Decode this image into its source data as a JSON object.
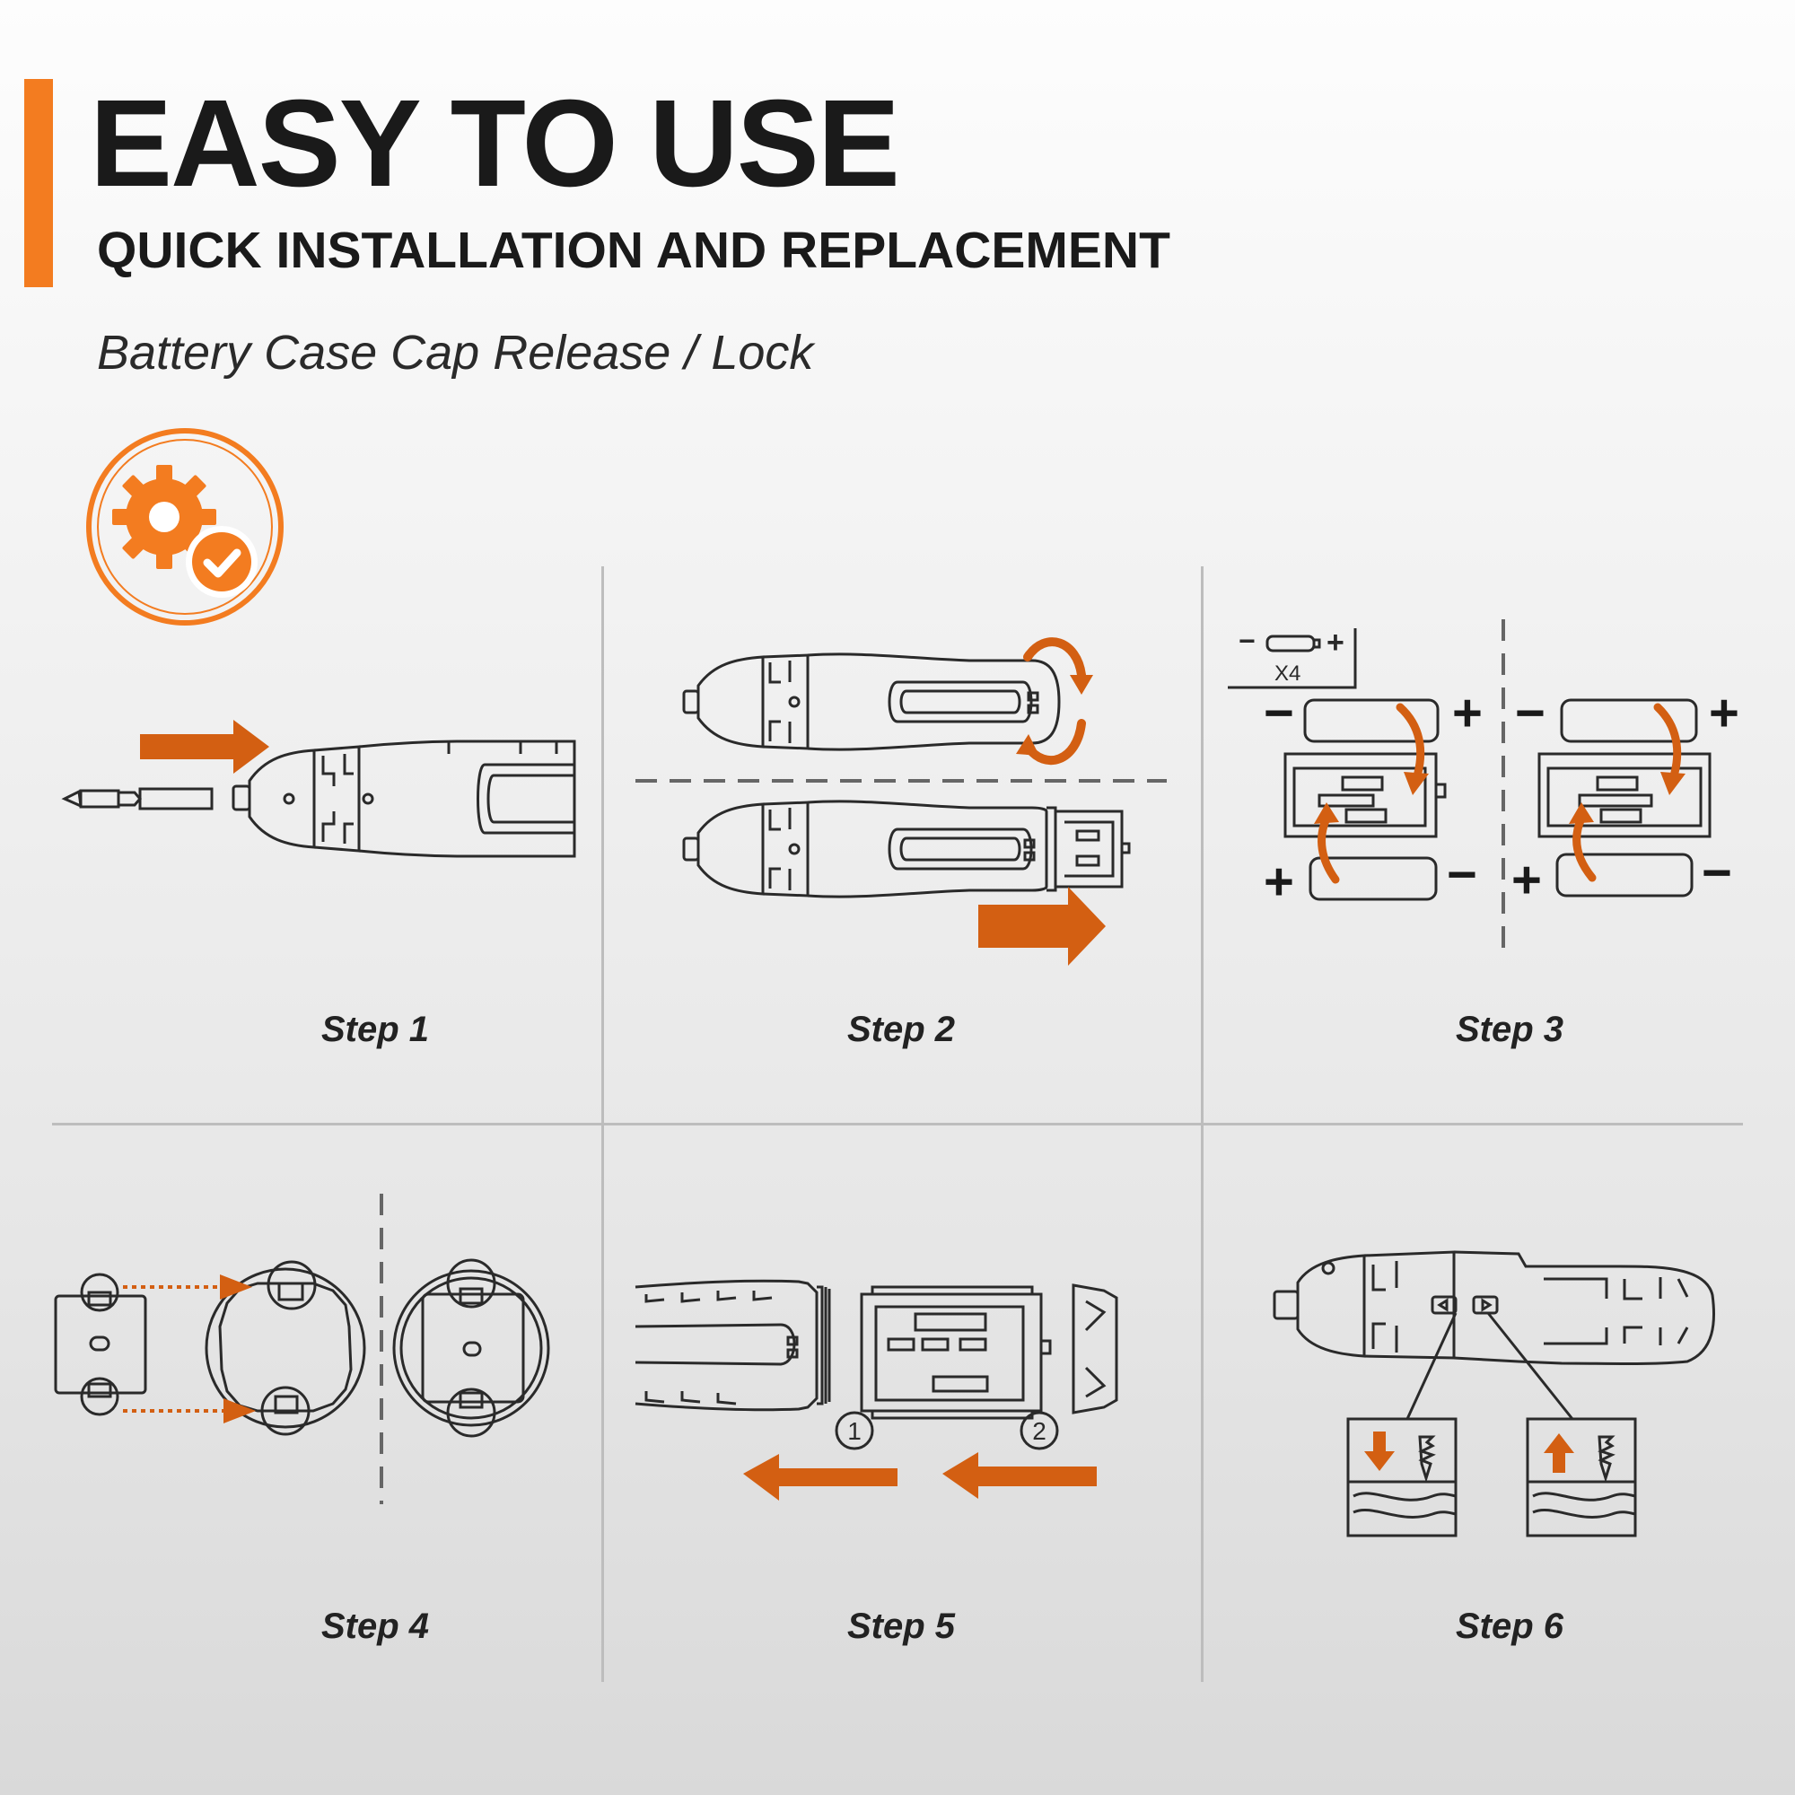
{
  "header": {
    "title": "EASY TO USE",
    "subtitle": "QUICK INSTALLATION AND REPLACEMENT",
    "caption": "Battery Case Cap Release / Lock"
  },
  "badge": {
    "icon": "gear-check-icon"
  },
  "colors": {
    "accent": "#f37c20",
    "arrow": "#d35f12",
    "line": "#2a2a2a",
    "divider": "#bdbdbd"
  },
  "steps": [
    {
      "label": "Step 1",
      "icon": "insert-bit-illustration"
    },
    {
      "label": "Step 2",
      "icon": "remove-battery-case-illustration"
    },
    {
      "label": "Step 3",
      "icon": "insert-batteries-illustration"
    },
    {
      "label": "Step 4",
      "icon": "align-case-illustration"
    },
    {
      "label": "Step 5",
      "icon": "reassemble-illustration"
    },
    {
      "label": "Step 6",
      "icon": "direction-switch-illustration"
    }
  ],
  "annotations": {
    "battery_qty": "X4",
    "plus": "+",
    "minus": "−",
    "order_1": "1",
    "order_2": "2"
  }
}
